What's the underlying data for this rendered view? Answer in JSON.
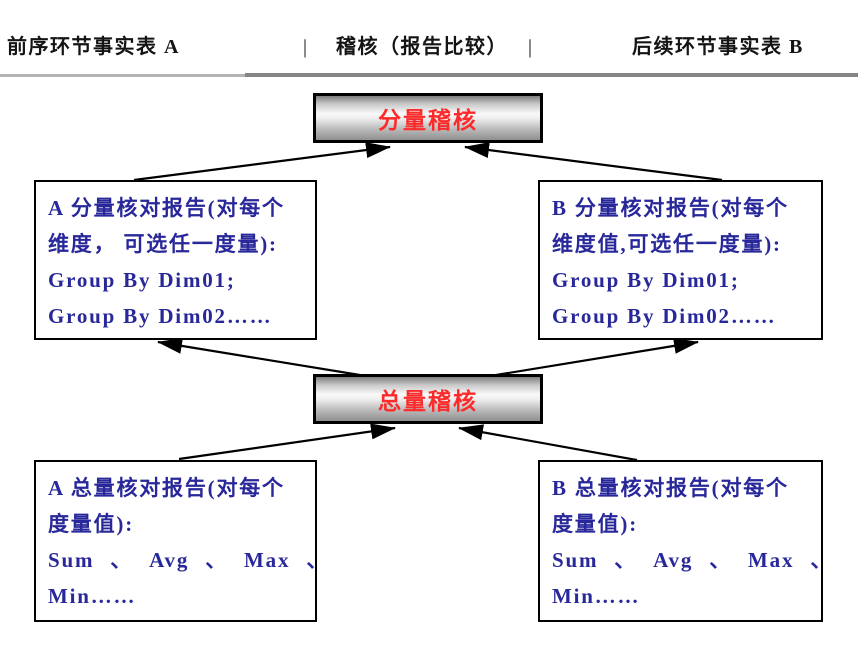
{
  "header": {
    "left_title": "前序环节事实表 A",
    "separator": "|",
    "center_title": "稽核（报告比较）",
    "right_title": "后续环节事实表 B"
  },
  "nodes": {
    "component_audit_label": "分量稽核",
    "total_audit_label": "总量稽核"
  },
  "boxes": {
    "a_component": {
      "lines": [
        "A 分量核对报告(对每个",
        "维度， 可选任一度量):",
        "Group By Dim01;",
        "Group By Dim02……"
      ]
    },
    "b_component": {
      "lines": [
        "B 分量核对报告(对每个",
        "维度值,可选任一度量):",
        "Group By Dim01;",
        "Group By Dim02……"
      ]
    },
    "a_total": {
      "lines": [
        "A 总量核对报告(对每个",
        "度量值):",
        "Sum 、 Avg 、 Max 、",
        "Min……"
      ]
    },
    "b_total": {
      "lines": [
        "B 总量核对报告(对每个",
        "度量值):",
        "Sum 、 Avg 、 Max 、",
        "Min……"
      ]
    }
  },
  "colors": {
    "box_text": "#28289A",
    "node_text": "#FB2B2B",
    "header_text": "#141414",
    "rule_left": "#B3B3B3",
    "rule_right": "#858585"
  },
  "diagram": {
    "type": "flow",
    "edges": [
      {
        "from": "box-a-component-report",
        "to": "node-component-audit"
      },
      {
        "from": "box-b-component-report",
        "to": "node-component-audit"
      },
      {
        "from": "node-total-audit",
        "to": "box-a-component-report"
      },
      {
        "from": "node-total-audit",
        "to": "box-b-component-report"
      },
      {
        "from": "box-a-total-report",
        "to": "node-total-audit"
      },
      {
        "from": "box-b-total-report",
        "to": "node-total-audit"
      }
    ]
  }
}
